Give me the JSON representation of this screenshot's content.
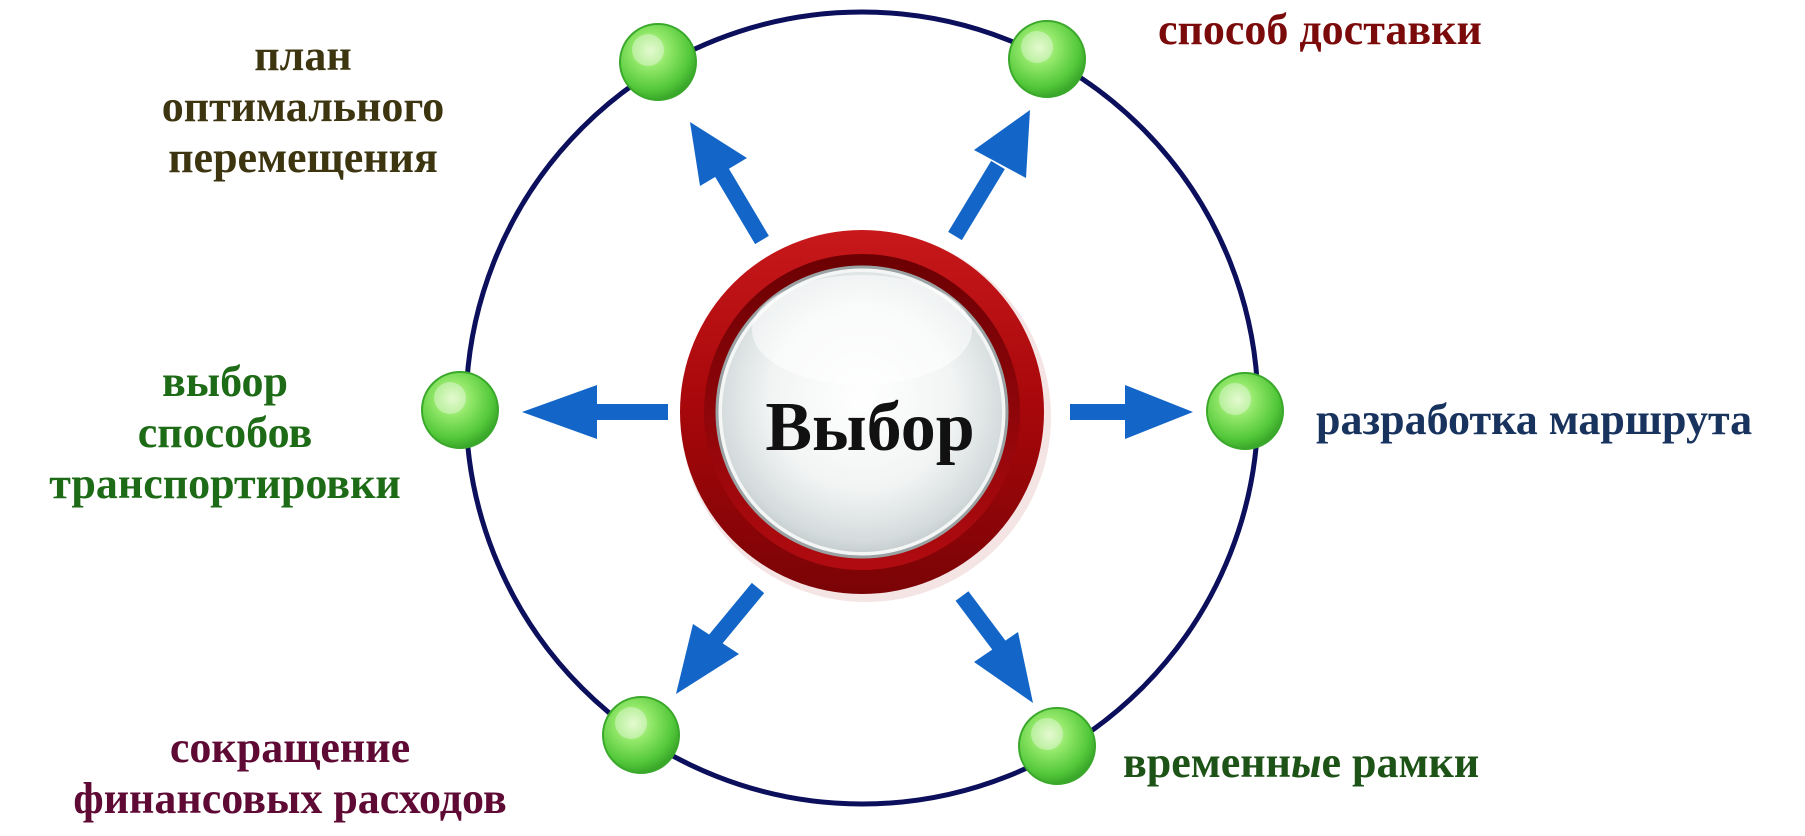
{
  "center": {
    "label": "Выбор"
  },
  "nodes": {
    "plan": {
      "lines": [
        "план",
        "оптимального",
        "перемещения"
      ],
      "color": "#3d3410"
    },
    "delivery": {
      "lines": [
        "способ доставки"
      ],
      "color": "#7b0a0a"
    },
    "transport": {
      "lines": [
        "выбор",
        "способов",
        "транспортировки"
      ],
      "color": "#1d6b16"
    },
    "route": {
      "lines": [
        "разработка маршрута"
      ],
      "color": "#17335e"
    },
    "costs": {
      "lines": [
        "сокращение",
        "финансовых расходов"
      ],
      "color": "#5e0a34"
    },
    "timeframe": {
      "lines_parts": [
        "временн",
        "ы",
        "е рамки"
      ],
      "color": "#1d5316"
    }
  },
  "colors": {
    "ring": "#0b0f5c",
    "arrow": "#1366c8",
    "node_green": "#6ddb3d",
    "center_red": "#a6070a"
  },
  "icons": [
    "node-dot",
    "arrow"
  ]
}
